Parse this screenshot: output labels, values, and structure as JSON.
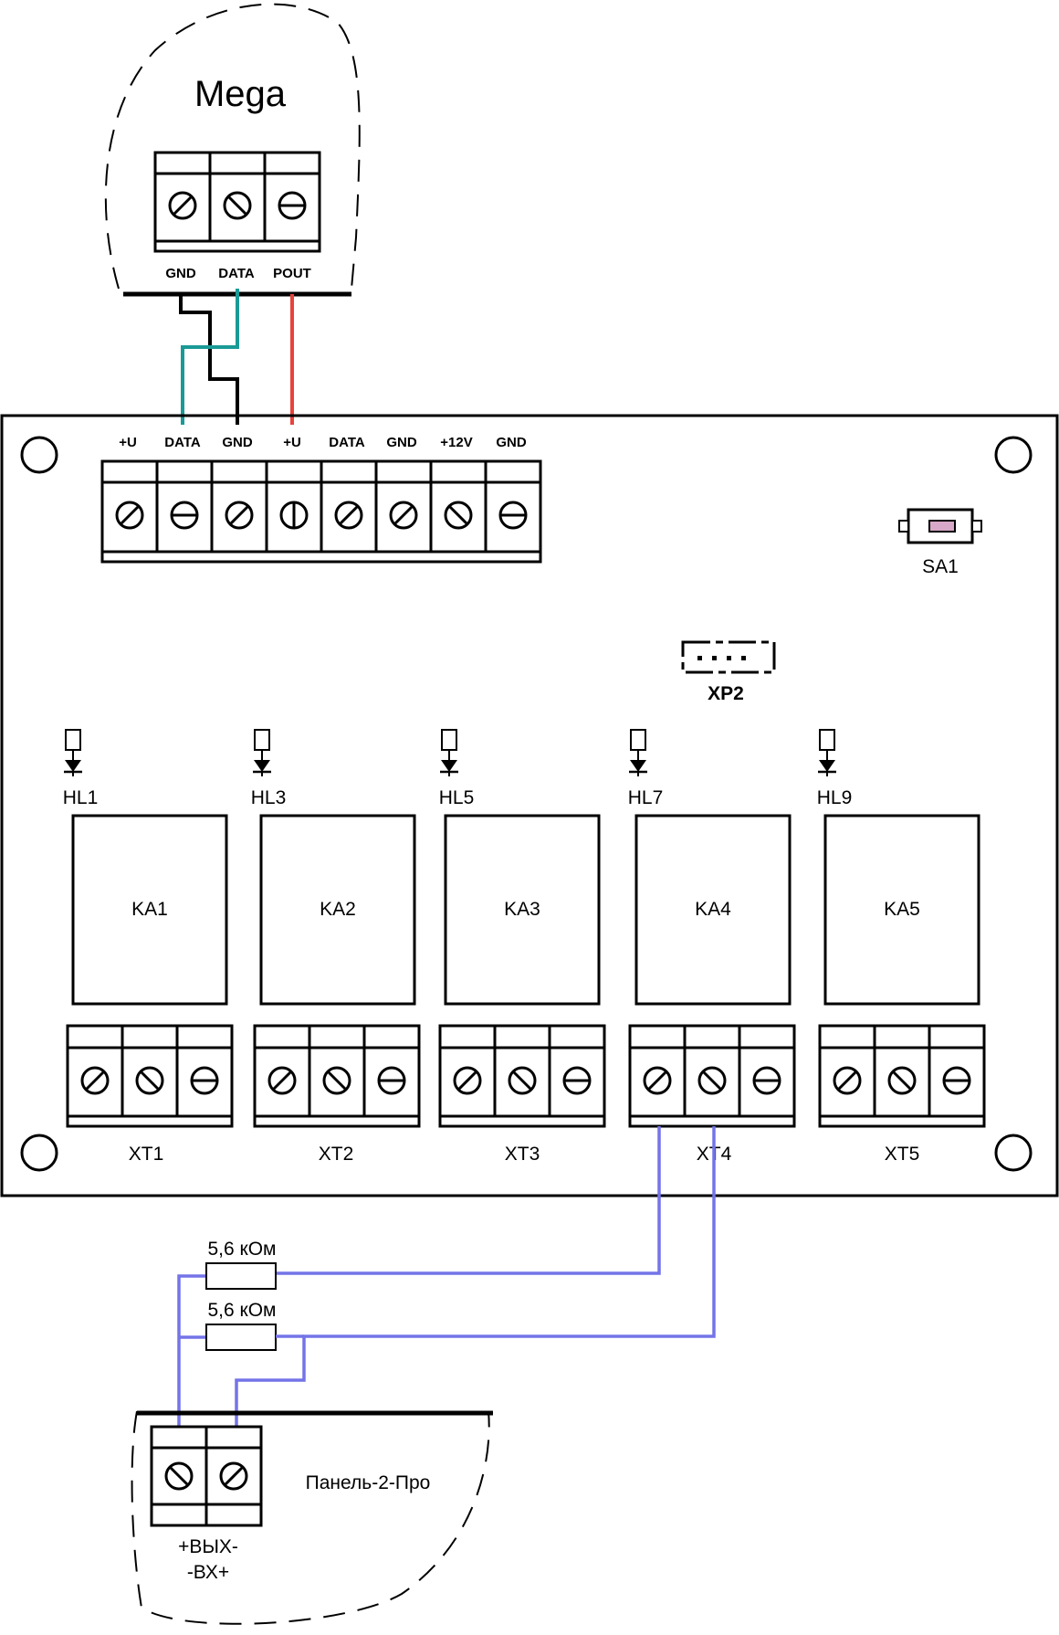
{
  "mega": {
    "title": "Mega",
    "terminal_labels": [
      "GND",
      "DATA",
      "POUT"
    ]
  },
  "board": {
    "top_terminal_labels": [
      "+U",
      "DATA",
      "GND",
      "+U",
      "DATA",
      "GND",
      "+12V",
      "GND"
    ],
    "button_label": "SA1",
    "connector_label": "XP2",
    "leds": [
      "HL1",
      "HL3",
      "HL5",
      "HL7",
      "HL9"
    ],
    "relays": [
      "KA1",
      "KA2",
      "KA3",
      "KA4",
      "KA5"
    ],
    "relay_terminals": [
      "XT1",
      "XT2",
      "XT3",
      "XT4",
      "XT5"
    ]
  },
  "resistors": [
    "5,6 кОм",
    "5,6 кОм"
  ],
  "panel": {
    "name": "Панель-2-Про",
    "terminal_label_line1": "+ВЫХ-",
    "terminal_label_line2": "-ВХ+"
  },
  "colors": {
    "wire_black": "#000000",
    "wire_teal": "#1a9a96",
    "wire_red": "#e8433c",
    "wire_blue": "#7474e8",
    "button_fill": "#d8a8c8"
  },
  "icons": [
    "screw-slot-icon",
    "led-diode-icon",
    "mounting-hole-icon"
  ]
}
